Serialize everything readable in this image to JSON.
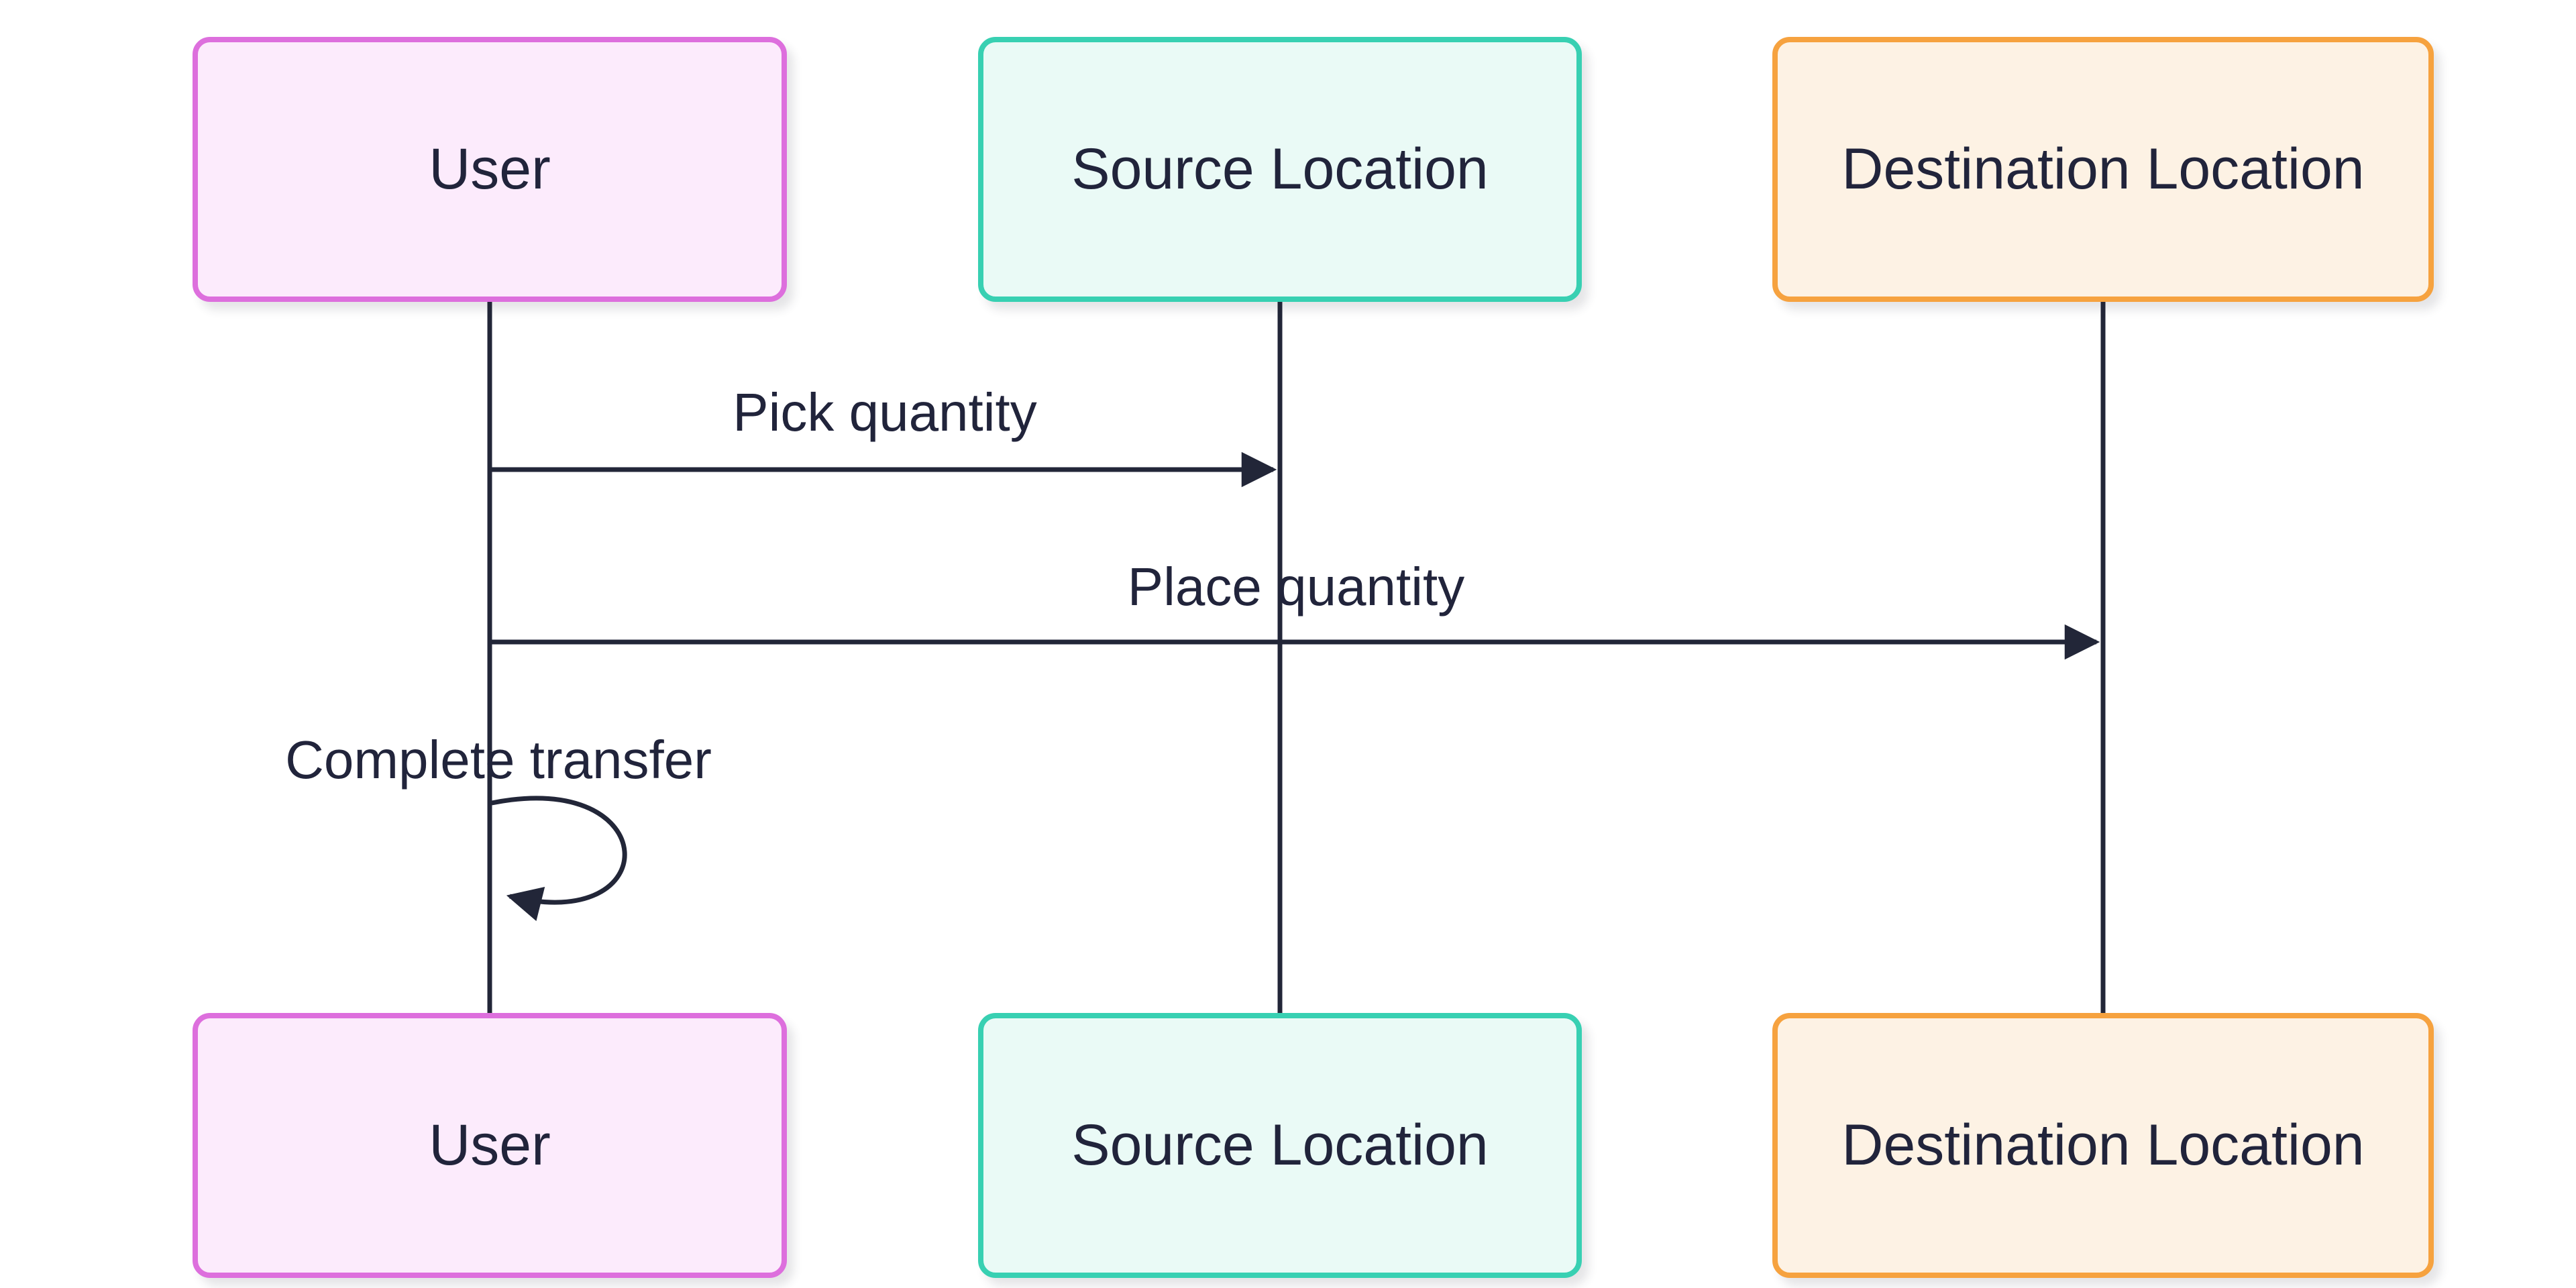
{
  "diagram": {
    "type": "sequence",
    "background": "#ffffff",
    "line_color": "#222638",
    "text_color": "#21243b",
    "participants": [
      {
        "id": "user",
        "name": "User",
        "fill": "#fcebfc",
        "border": "#dd6fdd"
      },
      {
        "id": "source",
        "name": "Source Location",
        "fill": "#eafaf6",
        "border": "#38d0b2"
      },
      {
        "id": "destination",
        "name": "Destination Location",
        "fill": "#fdf2e4",
        "border": "#f6a23f"
      }
    ],
    "messages": [
      {
        "from": "user",
        "to": "source",
        "label": "Pick quantity",
        "kind": "solid-arrow"
      },
      {
        "from": "user",
        "to": "destination",
        "label": "Place quantity",
        "kind": "solid-arrow"
      },
      {
        "from": "user",
        "to": "user",
        "label": "Complete transfer",
        "kind": "self-loop"
      }
    ]
  }
}
